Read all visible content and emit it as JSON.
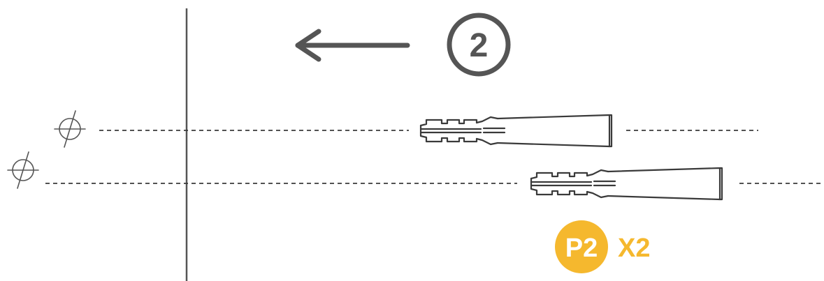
{
  "step": {
    "number": "2"
  },
  "part": {
    "code": "P2",
    "quantity": "X2"
  },
  "colors": {
    "line": "#555555",
    "anchor": "#3a3a3a",
    "accent": "#f5b82e",
    "accent_text": "#ffffff",
    "quantity_text": "#f5b82e"
  },
  "icons": {
    "arrow": "arrow-left-icon",
    "hole_mark": "drill-hole-mark-icon",
    "anchor": "wall-plug-anchor-icon"
  }
}
